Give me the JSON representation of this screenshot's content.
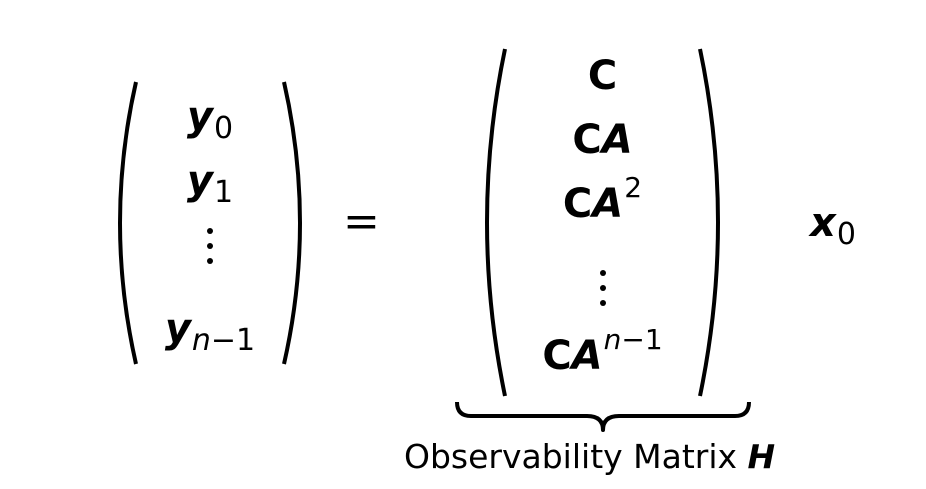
{
  "lhs": {
    "y_symbol": "y",
    "row0_sub": "0",
    "row1_sub": "1",
    "last_sub_var": "n",
    "last_sub_rest": "−1"
  },
  "equals": "=",
  "matrix": {
    "c_symbol": "C",
    "a_symbol": "A",
    "power2": "2",
    "power_var": "n",
    "power_rest": "−1"
  },
  "rhs": {
    "x_symbol": "x",
    "x_sub": "0"
  },
  "brace_label": {
    "text": "Observability Matrix",
    "symbol": "H"
  }
}
